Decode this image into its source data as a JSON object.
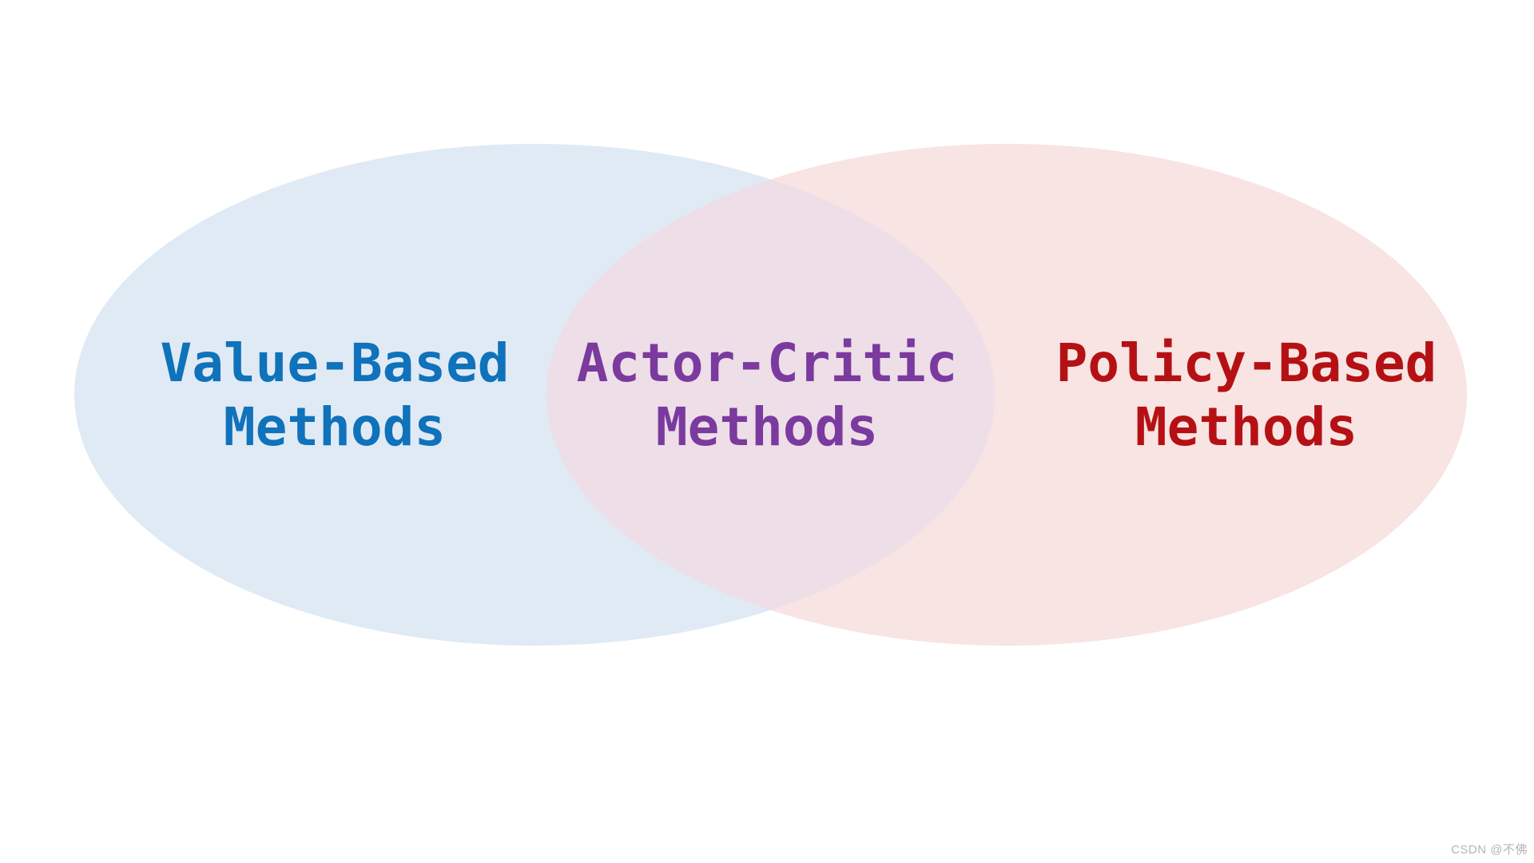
{
  "diagram": {
    "type": "venn",
    "background_color": "#ffffff",
    "sets": [
      {
        "id": "value-based",
        "label_line1": "Value-Based",
        "label_line2": "Methods",
        "text_color": "#0f72bb",
        "fill_color": "#dfeaf4"
      },
      {
        "id": "actor-critic-overlap",
        "label_line1": "Actor-Critic",
        "label_line2": "Methods",
        "text_color": "#7b3a9e",
        "fill_color": "#eddee8"
      },
      {
        "id": "policy-based",
        "label_line1": "Policy-Based",
        "label_line2": "Methods",
        "text_color": "#b51114",
        "fill_color": "#f7e4e3"
      }
    ]
  },
  "watermark": {
    "text": "CSDN @不佛",
    "color": "#b5b5b5"
  }
}
